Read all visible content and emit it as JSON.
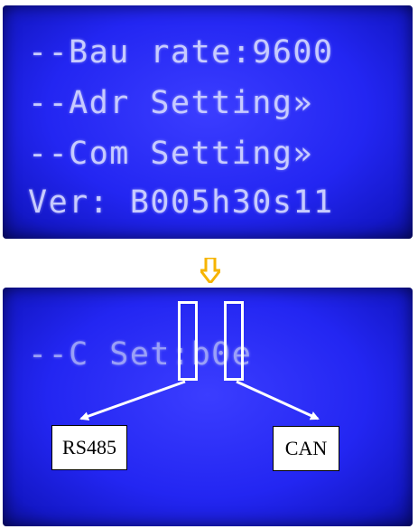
{
  "top_screen": {
    "lines": [
      "--Bau rate:9600",
      "--Adr Setting»",
      "--Com Setting»",
      "Ver: B005h30s11"
    ]
  },
  "bottom_screen": {
    "line": "--C Set:b0e"
  },
  "annotations": {
    "left_label": "RS485",
    "right_label": "CAN"
  },
  "colors": {
    "lcd_background": "#2326f2",
    "lcd_text": "#c7cbff",
    "arrow": "#f6b400",
    "highlight": "#ffffff"
  }
}
